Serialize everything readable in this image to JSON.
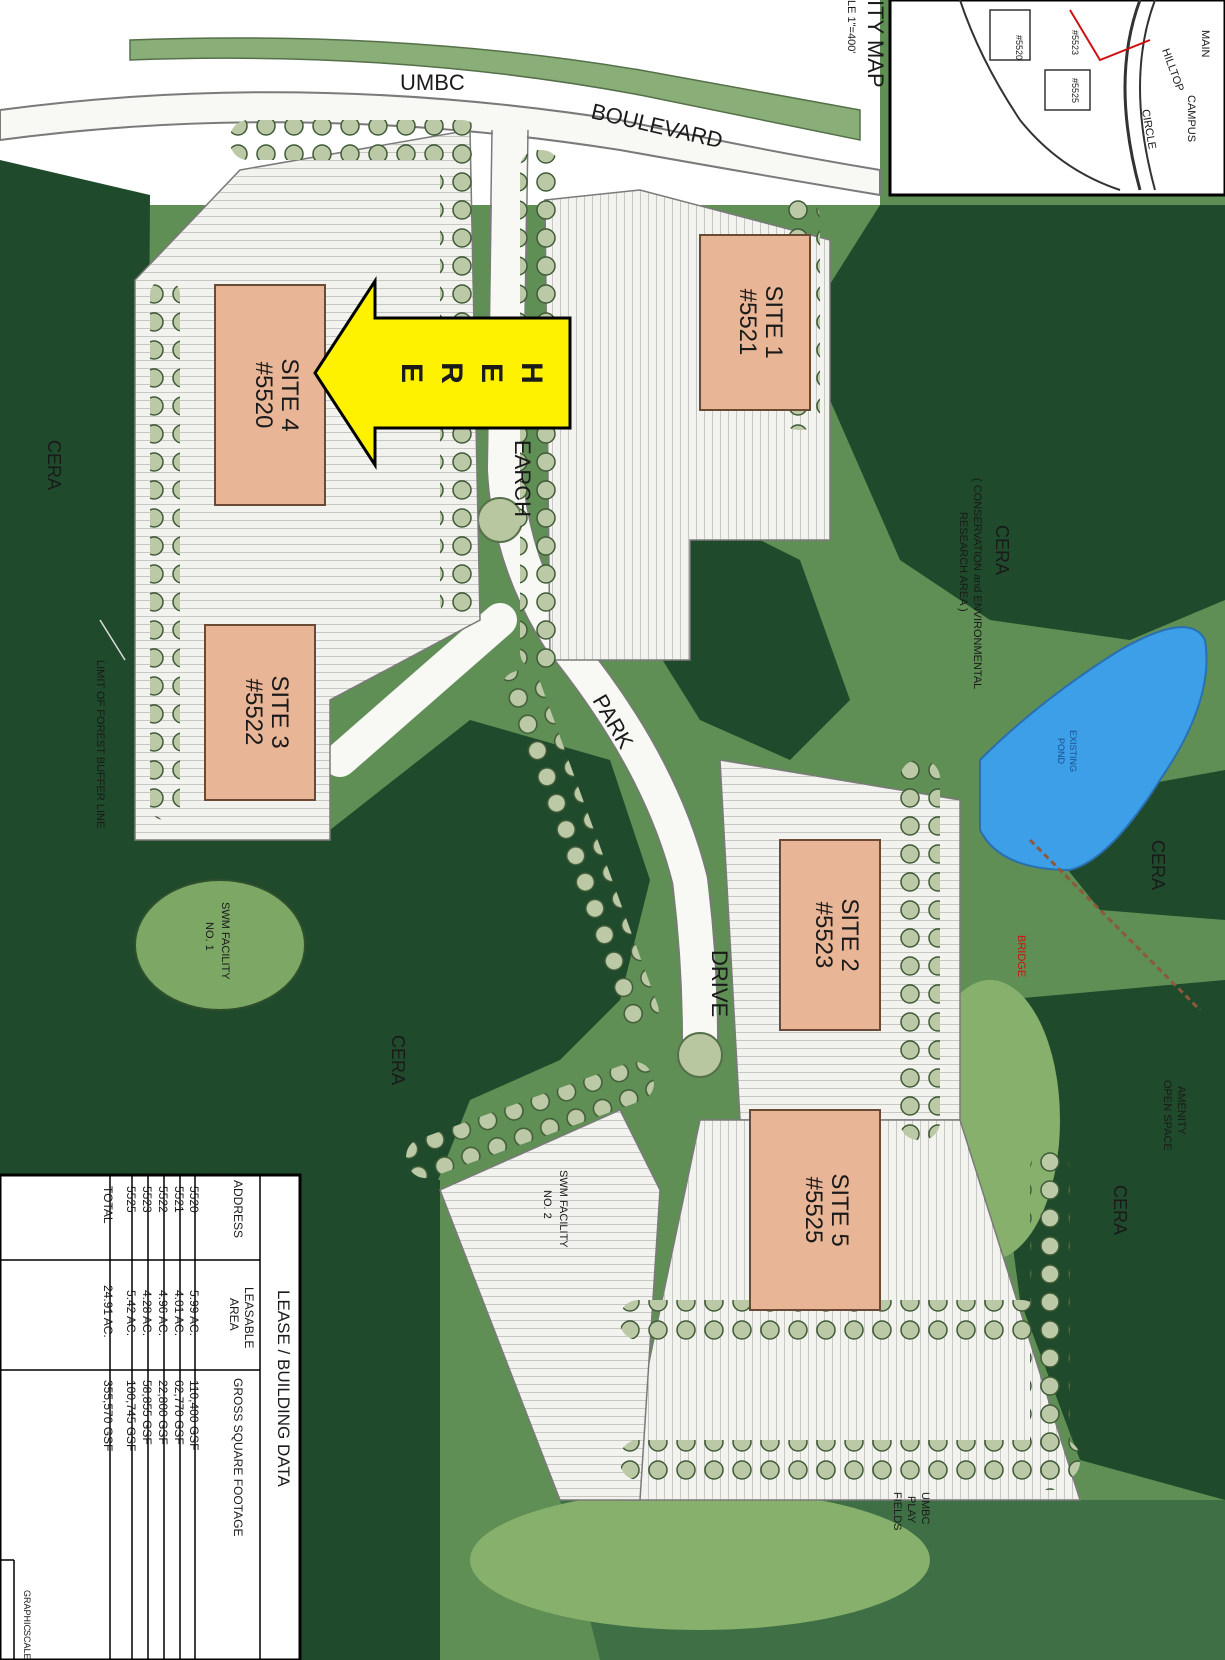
{
  "map": {
    "roads": {
      "boulevard_umbc": "UMBC",
      "boulevard_name": "BOULEVARD",
      "research": "EARCH",
      "park": "PARK",
      "drive": "DRIVE"
    },
    "sites": [
      {
        "line1": "SITE 4",
        "line2": "#5520"
      },
      {
        "line1": "SITE 1",
        "line2": "#5521"
      },
      {
        "line1": "SITE 3",
        "line2": "#5522"
      },
      {
        "line1": "SITE 2",
        "line2": "#5523"
      },
      {
        "line1": "SITE 5",
        "line2": "#5525"
      }
    ],
    "here_arrow": [
      "H",
      "E",
      "R",
      "E"
    ],
    "cera": "CERA",
    "cera_full": {
      "line1": "( CONSERVATION and ENVIRONMENTAL",
      "line2": "RESEARCH AREA )"
    },
    "pond": {
      "line1": "EXISTING",
      "line2": "POND"
    },
    "bridge": "BRIDGE",
    "amenity": {
      "line1": "AMENITY",
      "line2": "OPEN SPACE"
    },
    "play_fields": {
      "line1": "UMBC",
      "line2": "PLAY",
      "line3": "FIELDS"
    },
    "swm1": {
      "line1": "SWM FACILITY",
      "line2": "NO. 1"
    },
    "swm2": {
      "line1": "SWM FACILITY",
      "line2": "NO. 2"
    },
    "forest_buffer": "LIMIT OF FOREST BUFFER LINE"
  },
  "vicinity": {
    "title": "ITY MAP",
    "scale": "LE 1\"=400'",
    "main_campus": {
      "line1": "MAIN",
      "line2": "CAMPUS"
    },
    "road1": "HILLTOP",
    "road2": "CIRCLE",
    "sites": [
      "#5520",
      "#5523",
      "#5525"
    ]
  },
  "lease_table": {
    "title": "LEASE / BUILDING DATA",
    "headers": {
      "address": "ADDRESS",
      "area_l1": "LEASABLE",
      "area_l2": "AREA",
      "gsf": "GROSS SQUARE FOOTAGE"
    },
    "rows": [
      {
        "address": "5520",
        "area": "5.99 AC.",
        "gsf": "110,400 GSF"
      },
      {
        "address": "5521",
        "area": "4.01 AC.",
        "gsf": "62,770 GSF"
      },
      {
        "address": "5522",
        "area": "4.96 AC.",
        "gsf": "22,800 GSF"
      },
      {
        "address": "5523",
        "area": "4.28 AC.",
        "gsf": "58,855 GSF"
      },
      {
        "address": "5525",
        "area": "5.42 AC.",
        "gsf": "100,745 GSF"
      }
    ],
    "total": {
      "address": "TOTAL",
      "area": "24.91 AC.",
      "gsf": "355,570 GSF"
    }
  },
  "graphic_scale": {
    "line1": "GRAPHIC",
    "line2": "SCALE"
  },
  "colors": {
    "forest_dark": "#1f4a2b",
    "lawn": "#6f9e5e",
    "paving": "#f2f2ef",
    "building": "#e8b596",
    "arrow": "#fff200",
    "pond": "#3c9fe8"
  }
}
